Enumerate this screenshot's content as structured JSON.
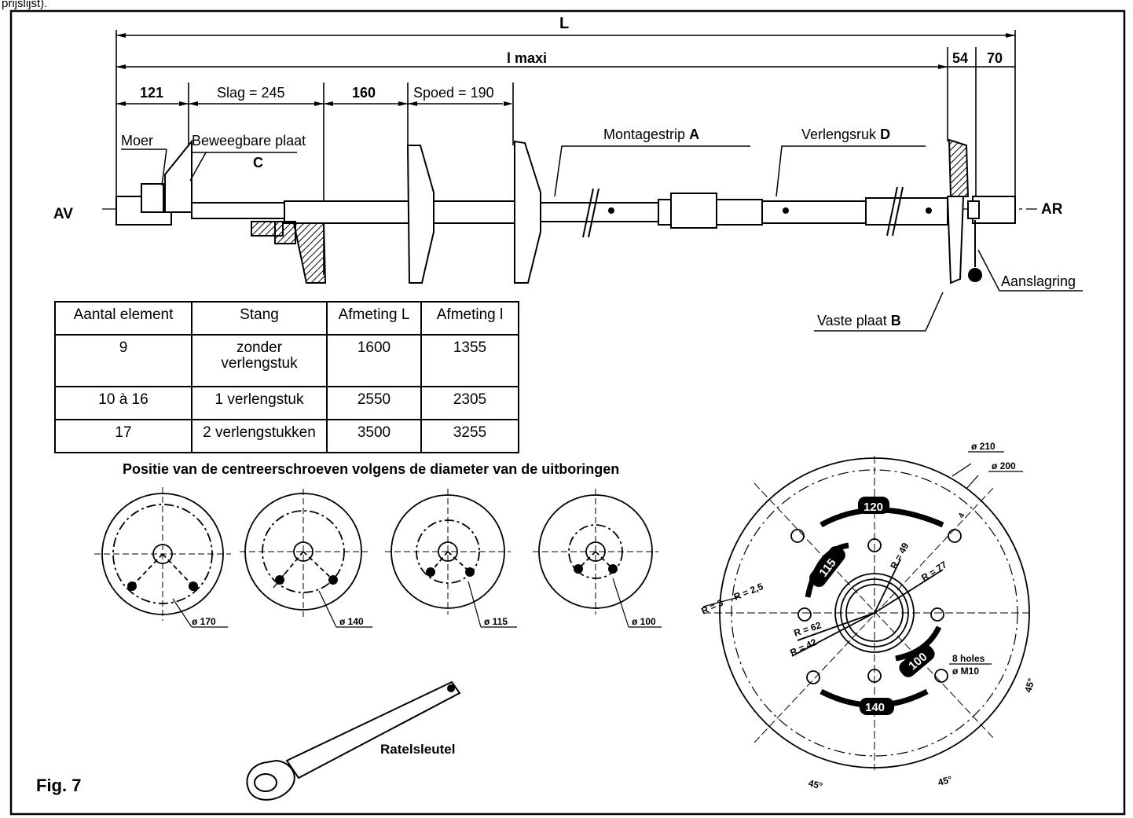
{
  "page": {
    "top_fragment": "prijslijst).",
    "figure_label": "Fig. 7"
  },
  "dimensions": {
    "L": "L",
    "l_max": "l maxi",
    "d54": "54",
    "d70": "70",
    "d121": "121",
    "slag": "Slag = 245",
    "d160": "160",
    "spoed": "Spoed = 190"
  },
  "labels": {
    "moer": "Moer",
    "beweegbare": "Beweegbare plaat",
    "c": "C",
    "montagestrip_text": "Montagestrip ",
    "montagestrip_letter": "A",
    "verlengsruk_text": "Verlengsruk ",
    "verlengsruk_letter": "D",
    "av": "AV",
    "ar": "AR",
    "aanslagring": "Aanslagring",
    "vaste_text": "Vaste plaat ",
    "vaste_letter": "B"
  },
  "table": {
    "headers": [
      "Aantal element",
      "Stang",
      "Afmeting L",
      "Afmeting l"
    ],
    "rows": [
      [
        "9",
        "zonder verlengstuk",
        "1600",
        "1355"
      ],
      [
        "10 à 16",
        "1 verlengstuk",
        "2550",
        "2305"
      ],
      [
        "17",
        "2 verlengstukken",
        "3500",
        "3255"
      ]
    ]
  },
  "positions": {
    "title": "Positie van de centreerschroeven volgens de diameter van de uitboringen",
    "d170": "ø 170",
    "d140": "ø 140",
    "d115": "ø 115",
    "d100": "ø 100"
  },
  "plate": {
    "d210": "ø 210",
    "d200": "ø 200",
    "b120": "120",
    "b115": "115",
    "b140": "140",
    "b100": "100",
    "r49": "R = 49",
    "r77": "R = 77",
    "r62": "R = 62",
    "r42": "R = 42",
    "r3": "R = 3",
    "r25": "R = 2,5",
    "holes": "8 holes",
    "m10": "ø M10",
    "dim4": "4",
    "ang45a": "45°",
    "ang45b": "45°",
    "ang45c": "45°"
  },
  "wrench": {
    "label": "Ratelsleutel"
  }
}
